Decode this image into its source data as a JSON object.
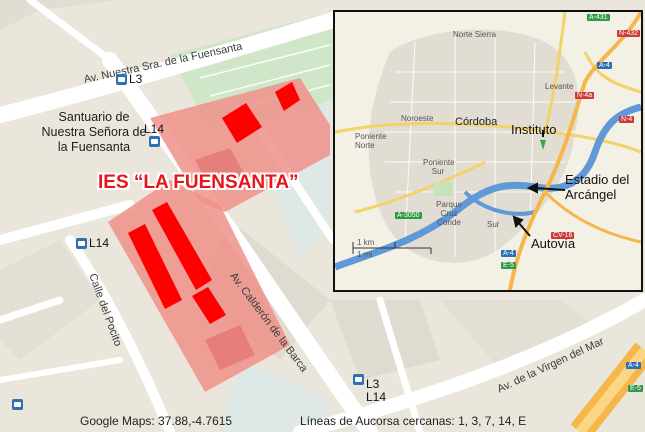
{
  "map": {
    "school_name": "IES “LA FUENSANTA”",
    "santuario_label": "Santuario de Nuestra Señora de la Fuensanta",
    "streets": {
      "fuensanta": "Av. Nuestra Sra. de la Fuensanta",
      "calderon": "Av. Calderón de la Barca",
      "pocito": "Calle del Pocito",
      "virgen_mar": "Av. de la Virgen del Mar"
    },
    "bus_stops": [
      {
        "lines": [
          "L3"
        ]
      },
      {
        "lines": [
          "L14"
        ]
      },
      {
        "lines": [
          "L14"
        ]
      },
      {
        "lines": [
          "L3",
          "L14"
        ]
      }
    ],
    "road_badges": [
      "A-4",
      "E-5"
    ],
    "colors": {
      "school_area": "#f0908a",
      "buildings": "#ff0000",
      "school_label": "#e8141c",
      "bus_icon": "#2f6fb3",
      "motorway": "#f5b74a"
    }
  },
  "inset": {
    "places": {
      "norte_sierra": "Norte Sierra",
      "levante": "Levante",
      "noroeste": "Noroeste",
      "cordoba": "Córdoba",
      "poniente_norte": "Poniente Norte",
      "poniente_sur": "Poniente Sur",
      "parque_cruz_conde": "Parque Cruz Conde",
      "sur": "Sur"
    },
    "annotations": {
      "instituto": "Instituto",
      "estadio": "Estadio del Arcángel",
      "autovia": "Autovía"
    },
    "scale": {
      "km": "1 km",
      "mi": "1 mi"
    },
    "road_badges": [
      "N-432",
      "A-4",
      "N-4a",
      "N-4",
      "A-431",
      "A-3050",
      "CV-16",
      "A-4",
      "E-5"
    ]
  },
  "footer": {
    "coords": "Google Maps: 37.88,-4.7615",
    "bus_lines": "Líneas de Aucorsa cercanas: 1, 3, 7, 14, E"
  }
}
